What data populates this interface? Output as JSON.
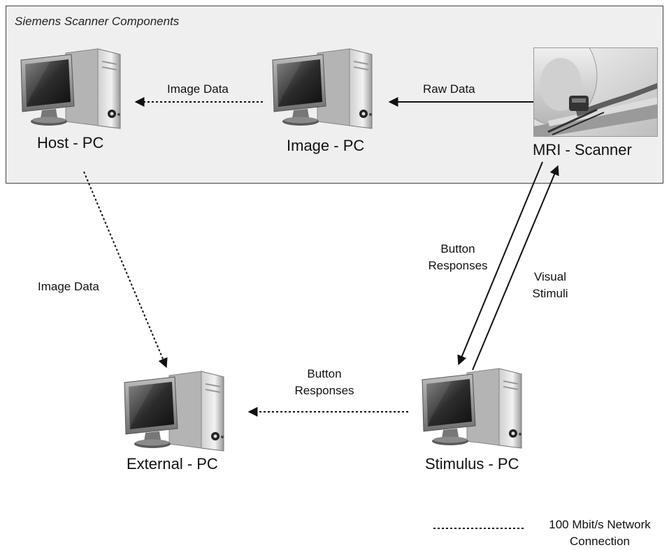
{
  "region": {
    "title": "Siemens Scanner Components"
  },
  "nodes": {
    "host_pc": {
      "label": "Host - PC",
      "icon": "desktop-pc-icon"
    },
    "image_pc": {
      "label": "Image - PC",
      "icon": "desktop-pc-icon"
    },
    "mri_scanner": {
      "label": "MRI - Scanner",
      "icon": "mri-scanner-photo"
    },
    "external_pc": {
      "label": "External - PC",
      "icon": "desktop-pc-icon"
    },
    "stimulus_pc": {
      "label": "Stimulus - PC",
      "icon": "desktop-pc-icon"
    }
  },
  "edges": {
    "image_to_host": {
      "label": "Image Data",
      "style": "dashed",
      "from": "Image - PC",
      "to": "Host - PC"
    },
    "scanner_to_image": {
      "label": "Raw Data",
      "style": "solid",
      "from": "MRI - Scanner",
      "to": "Image - PC"
    },
    "host_to_external": {
      "label": "Image Data",
      "style": "dashed",
      "from": "Host - PC",
      "to": "External - PC"
    },
    "scanner_to_stimulus": {
      "label_line1": "Button",
      "label_line2": "Responses",
      "style": "solid",
      "from": "MRI - Scanner",
      "to": "Stimulus - PC"
    },
    "stimulus_to_scanner": {
      "label_line1": "Visual",
      "label_line2": "Stimuli",
      "style": "solid",
      "from": "Stimulus - PC",
      "to": "MRI - Scanner"
    },
    "stimulus_to_external": {
      "label_line1": "Button",
      "label_line2": "Responses",
      "style": "dashed",
      "from": "Stimulus - PC",
      "to": "External - PC"
    }
  },
  "legend": {
    "line1": "100 Mbit/s Network",
    "line2": "Connection"
  },
  "colors": {
    "region_fill": "#efefef",
    "region_border": "#444444",
    "line": "#111111"
  }
}
